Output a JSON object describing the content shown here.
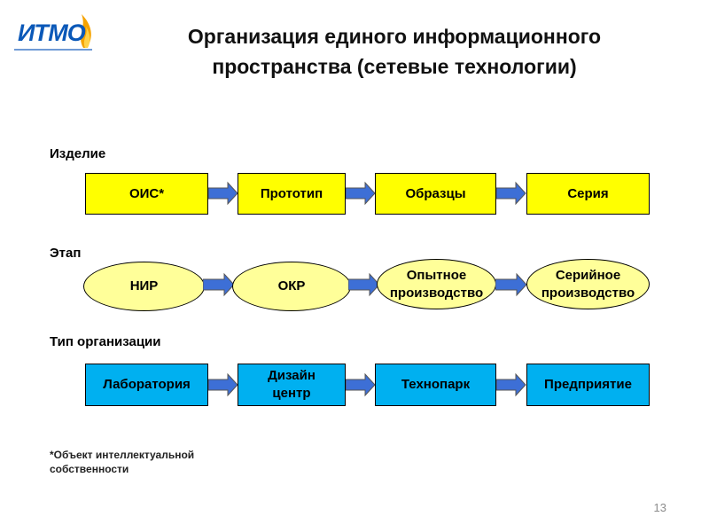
{
  "logo": {
    "text": "ИТМО"
  },
  "title": {
    "line1": "Организация единого информационного",
    "line2": "пространства (сетевые технологии)"
  },
  "rows": [
    {
      "label": "Изделие",
      "items": [
        "ОИС*",
        "Прототип",
        "Образцы",
        "Серия"
      ]
    },
    {
      "label": "Этап",
      "items": [
        "НИР",
        "ОКР",
        "Опытное производство",
        "Серийное производство"
      ]
    },
    {
      "label": "Тип организации",
      "items": [
        "Лаборатория",
        "Дизайн центр",
        "Технопарк",
        "Предприятие"
      ]
    }
  ],
  "footnote": "*Объект интеллектуальной собственности",
  "page_number": "13",
  "colors": {
    "box_yellow": "#ffff00",
    "ellipse_yellow": "#ffff99",
    "box_cyan": "#00b0f0",
    "arrow_fill": "#3d6fd6",
    "logo_blue": "#0a58b8",
    "logo_orange": "#f5a300"
  }
}
